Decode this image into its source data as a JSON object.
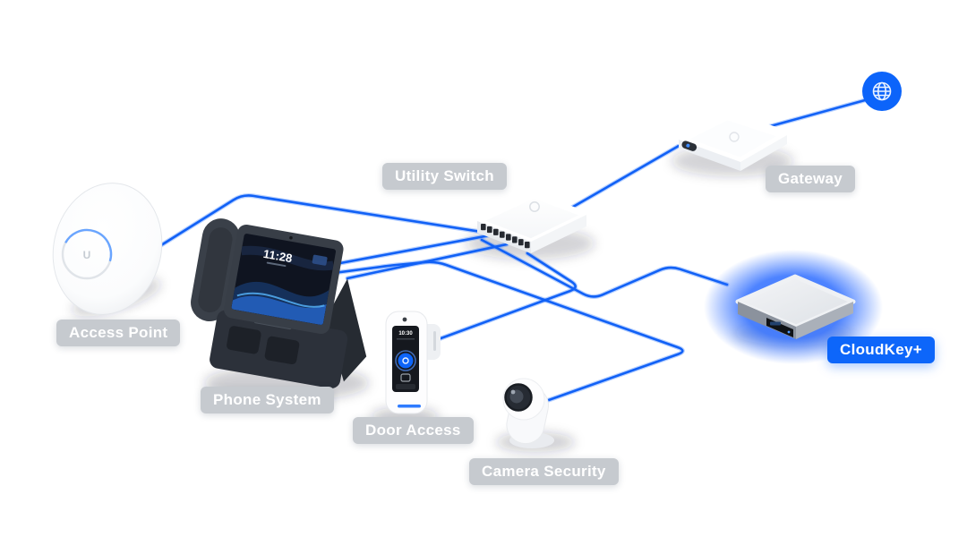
{
  "colors": {
    "background": "#ffffff",
    "cable": "#1161f6",
    "label_bg": "#c6cacf",
    "label_text": "#ffffff",
    "cloudkey_label_bg": "#0d66fa",
    "cloudkey_glow": "#2f6fff",
    "globe_bg": "#0c64fa"
  },
  "nodes": {
    "access_point": {
      "label": "Access Point"
    },
    "phone_system": {
      "label": "Phone System"
    },
    "door_access": {
      "label": "Door Access"
    },
    "camera_security": {
      "label": "Camera Security"
    },
    "utility_switch": {
      "label": "Utility Switch"
    },
    "gateway": {
      "label": "Gateway"
    },
    "cloudkey": {
      "label": "CloudKey+"
    },
    "internet": {
      "icon": "globe-icon"
    }
  },
  "phone_screen": {
    "time": "11:28"
  },
  "door_screen": {
    "time": "10:30"
  },
  "connections": [
    {
      "from": "internet",
      "to": "gateway"
    },
    {
      "from": "gateway",
      "to": "utility_switch"
    },
    {
      "from": "utility_switch",
      "to": "access_point"
    },
    {
      "from": "utility_switch",
      "to": "phone_system"
    },
    {
      "from": "utility_switch",
      "to": "door_access"
    },
    {
      "from": "utility_switch",
      "to": "camera_security"
    },
    {
      "from": "utility_switch",
      "to": "cloudkey"
    }
  ]
}
